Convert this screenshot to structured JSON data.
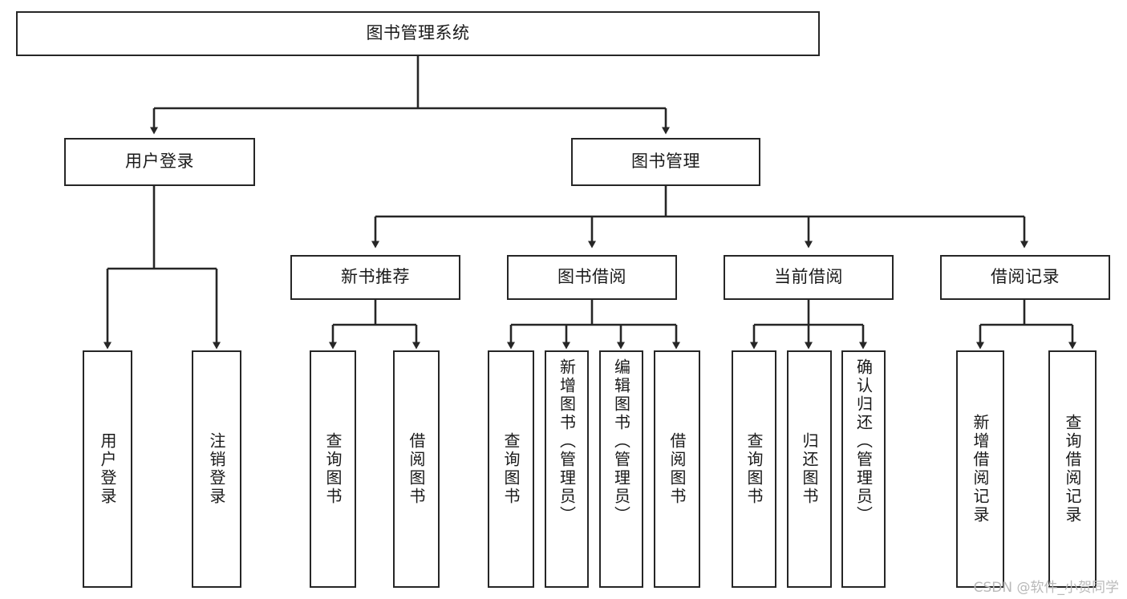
{
  "diagram": {
    "type": "tree-hierarchy",
    "title": "图书管理系统",
    "watermark": "CSDN @软件_小贺同学",
    "colors": {
      "background": "#ffffff",
      "stroke": "#262626",
      "text": "#1a1a1a",
      "watermark": "#b9b9b9"
    },
    "nodes": [
      {
        "id": "root",
        "label": "图书管理系统",
        "level": 0,
        "orientation": "horizontal"
      },
      {
        "id": "user-login",
        "label": "用户登录",
        "level": 1,
        "orientation": "horizontal"
      },
      {
        "id": "book-mgmt",
        "label": "图书管理",
        "level": 1,
        "orientation": "horizontal"
      },
      {
        "id": "new-book-rec",
        "label": "新书推荐",
        "level": 2,
        "orientation": "horizontal"
      },
      {
        "id": "book-borrow",
        "label": "图书借阅",
        "level": 2,
        "orientation": "horizontal"
      },
      {
        "id": "current-borrow",
        "label": "当前借阅",
        "level": 2,
        "orientation": "horizontal"
      },
      {
        "id": "borrow-record",
        "label": "借阅记录",
        "level": 2,
        "orientation": "horizontal"
      },
      {
        "id": "leaf-login",
        "label": "用户登录",
        "level": 3,
        "orientation": "vertical"
      },
      {
        "id": "leaf-logout",
        "label": "注销登录",
        "level": 3,
        "orientation": "vertical"
      },
      {
        "id": "leaf-query-1",
        "label": "查询图书",
        "level": 3,
        "orientation": "vertical"
      },
      {
        "id": "leaf-borrow-1",
        "label": "借阅图书",
        "level": 3,
        "orientation": "vertical"
      },
      {
        "id": "leaf-query-2",
        "label": "查询图书",
        "level": 3,
        "orientation": "vertical"
      },
      {
        "id": "leaf-add-book",
        "label": "新增图书（管理员）",
        "level": 3,
        "orientation": "vertical"
      },
      {
        "id": "leaf-edit-book",
        "label": "编辑图书（管理员）",
        "level": 3,
        "orientation": "vertical"
      },
      {
        "id": "leaf-borrow-2",
        "label": "借阅图书",
        "level": 3,
        "orientation": "vertical"
      },
      {
        "id": "leaf-query-3",
        "label": "查询图书",
        "level": 3,
        "orientation": "vertical"
      },
      {
        "id": "leaf-return",
        "label": "归还图书",
        "level": 3,
        "orientation": "vertical"
      },
      {
        "id": "leaf-confirm",
        "label": "确认归还（管理员）",
        "level": 3,
        "orientation": "vertical"
      },
      {
        "id": "leaf-add-rec",
        "label": "新增借阅记录",
        "level": 3,
        "orientation": "vertical"
      },
      {
        "id": "leaf-query-rec",
        "label": "查询借阅记录",
        "level": 3,
        "orientation": "vertical"
      }
    ],
    "edges": [
      {
        "from": "root",
        "to": "user-login"
      },
      {
        "from": "root",
        "to": "book-mgmt"
      },
      {
        "from": "book-mgmt",
        "to": "new-book-rec"
      },
      {
        "from": "book-mgmt",
        "to": "book-borrow"
      },
      {
        "from": "book-mgmt",
        "to": "current-borrow"
      },
      {
        "from": "book-mgmt",
        "to": "borrow-record"
      },
      {
        "from": "user-login",
        "to": "leaf-login"
      },
      {
        "from": "user-login",
        "to": "leaf-logout"
      },
      {
        "from": "new-book-rec",
        "to": "leaf-query-1"
      },
      {
        "from": "new-book-rec",
        "to": "leaf-borrow-1"
      },
      {
        "from": "book-borrow",
        "to": "leaf-query-2"
      },
      {
        "from": "book-borrow",
        "to": "leaf-add-book"
      },
      {
        "from": "book-borrow",
        "to": "leaf-edit-book"
      },
      {
        "from": "book-borrow",
        "to": "leaf-borrow-2"
      },
      {
        "from": "current-borrow",
        "to": "leaf-query-3"
      },
      {
        "from": "current-borrow",
        "to": "leaf-return"
      },
      {
        "from": "current-borrow",
        "to": "leaf-confirm"
      },
      {
        "from": "borrow-record",
        "to": "leaf-add-rec"
      },
      {
        "from": "borrow-record",
        "to": "leaf-query-rec"
      }
    ]
  }
}
